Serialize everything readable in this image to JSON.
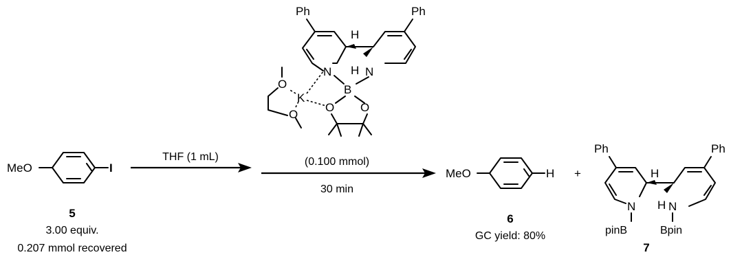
{
  "scheme": {
    "reactant": {
      "left_group": "MeO",
      "right_atom": "I",
      "number": "5",
      "amount": "3.00 equiv.",
      "recovered": "0.207 mmol recovered"
    },
    "step1": {
      "conditions": "THF (1 mL)"
    },
    "reagent": {
      "labels": {
        "phenyl": "Ph",
        "hydrogen": "H",
        "nitrogen": "N",
        "boron": "B",
        "oxygen": "O",
        "potassium": "K"
      },
      "amount": "(0.100 mmol)",
      "time": "30 min"
    },
    "product6": {
      "left_group": "MeO",
      "right_atom": "H",
      "number": "6",
      "yield": "GC yield: 80%"
    },
    "plus": "+",
    "product7": {
      "phenyl": "Ph",
      "hydrogen": "H",
      "nitrogen": "N",
      "boryl_left": "pinB",
      "boryl_right": "Bpin",
      "number": "7"
    }
  }
}
